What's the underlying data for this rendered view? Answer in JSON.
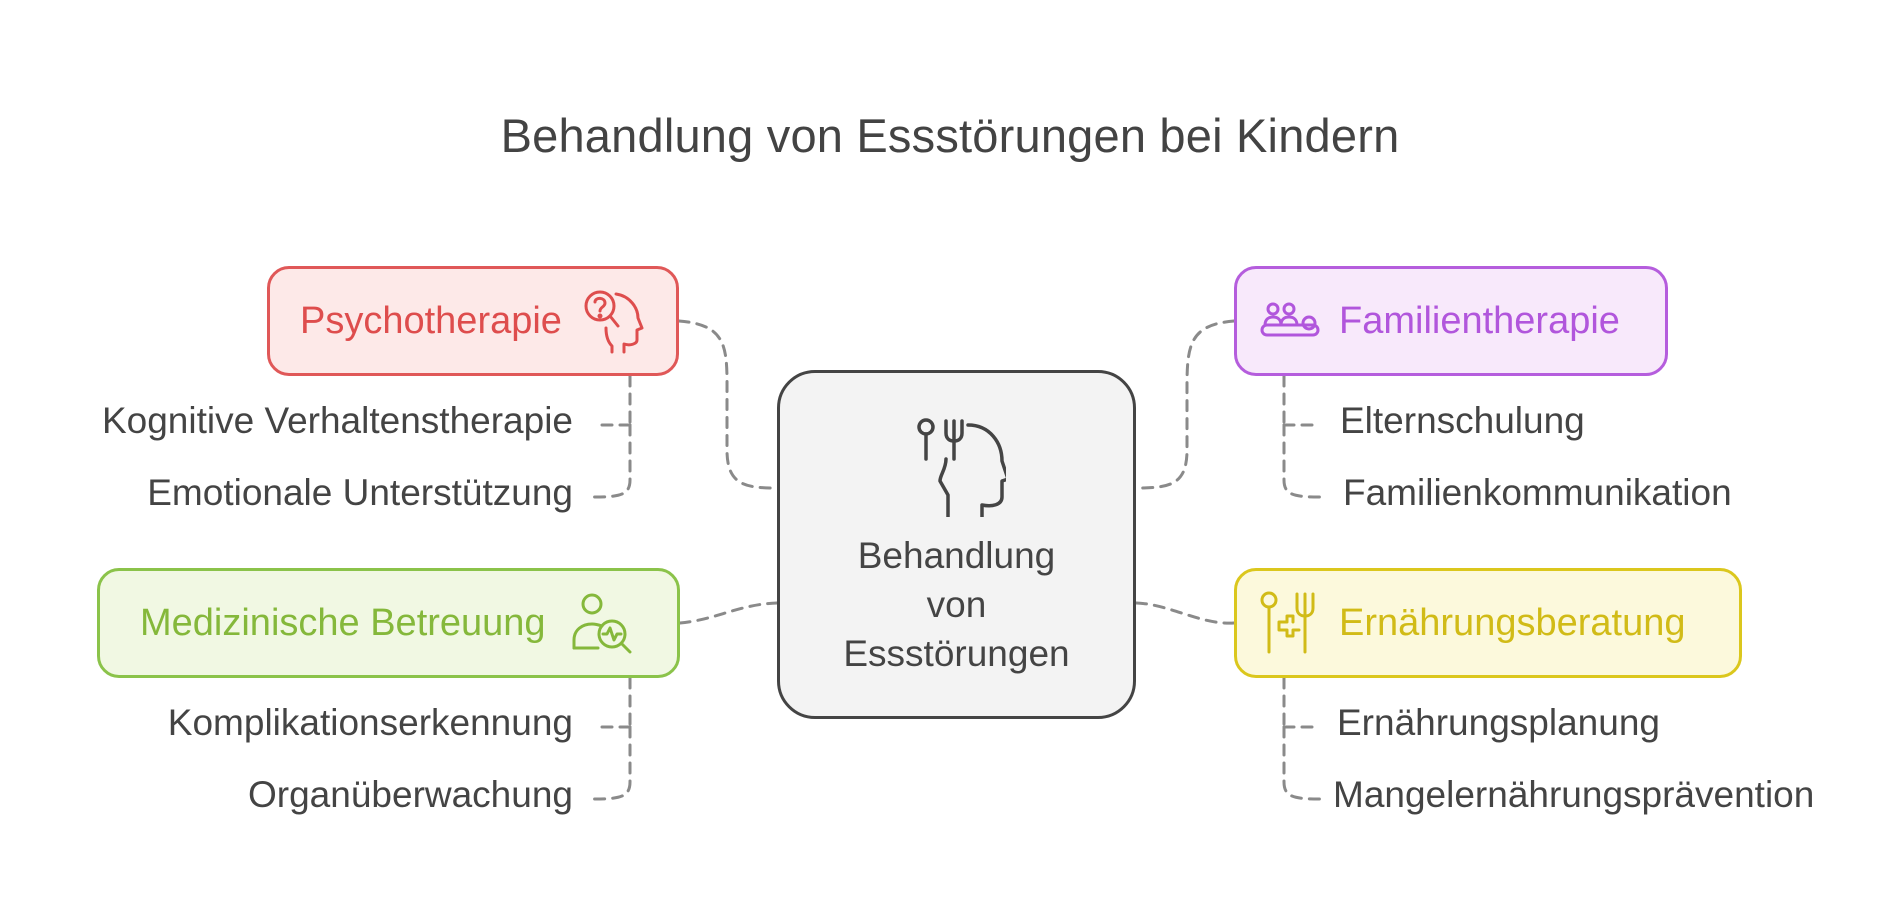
{
  "title": "Behandlung von Essstörungen bei Kindern",
  "center": {
    "lines": [
      "Behandlung",
      "von",
      "Essstörungen"
    ],
    "icon": "head-with-utensils-icon"
  },
  "branches": {
    "psychotherapie": {
      "label": "Psychotherapie",
      "icon": "head-question-mark-icon",
      "color": "#e05858",
      "items": [
        "Kognitive Verhaltenstherapie",
        "Emotionale Unterstützung"
      ]
    },
    "familientherapie": {
      "label": "Familientherapie",
      "icon": "family-group-icon",
      "color": "#b55ddd",
      "items": [
        "Elternschulung",
        "Familienkommunikation"
      ]
    },
    "medizinisch": {
      "label": "Medizinische Betreuung",
      "icon": "patient-monitoring-icon",
      "color": "#8bc34a",
      "items": [
        "Komplikationserkennung",
        "Organüberwachung"
      ]
    },
    "ernaehrung": {
      "label": "Ernährungsberatung",
      "icon": "nutrition-health-icon",
      "color": "#dbc71d",
      "items": [
        "Ernährungsplanung",
        "Mangelernährungsprävention"
      ]
    }
  }
}
